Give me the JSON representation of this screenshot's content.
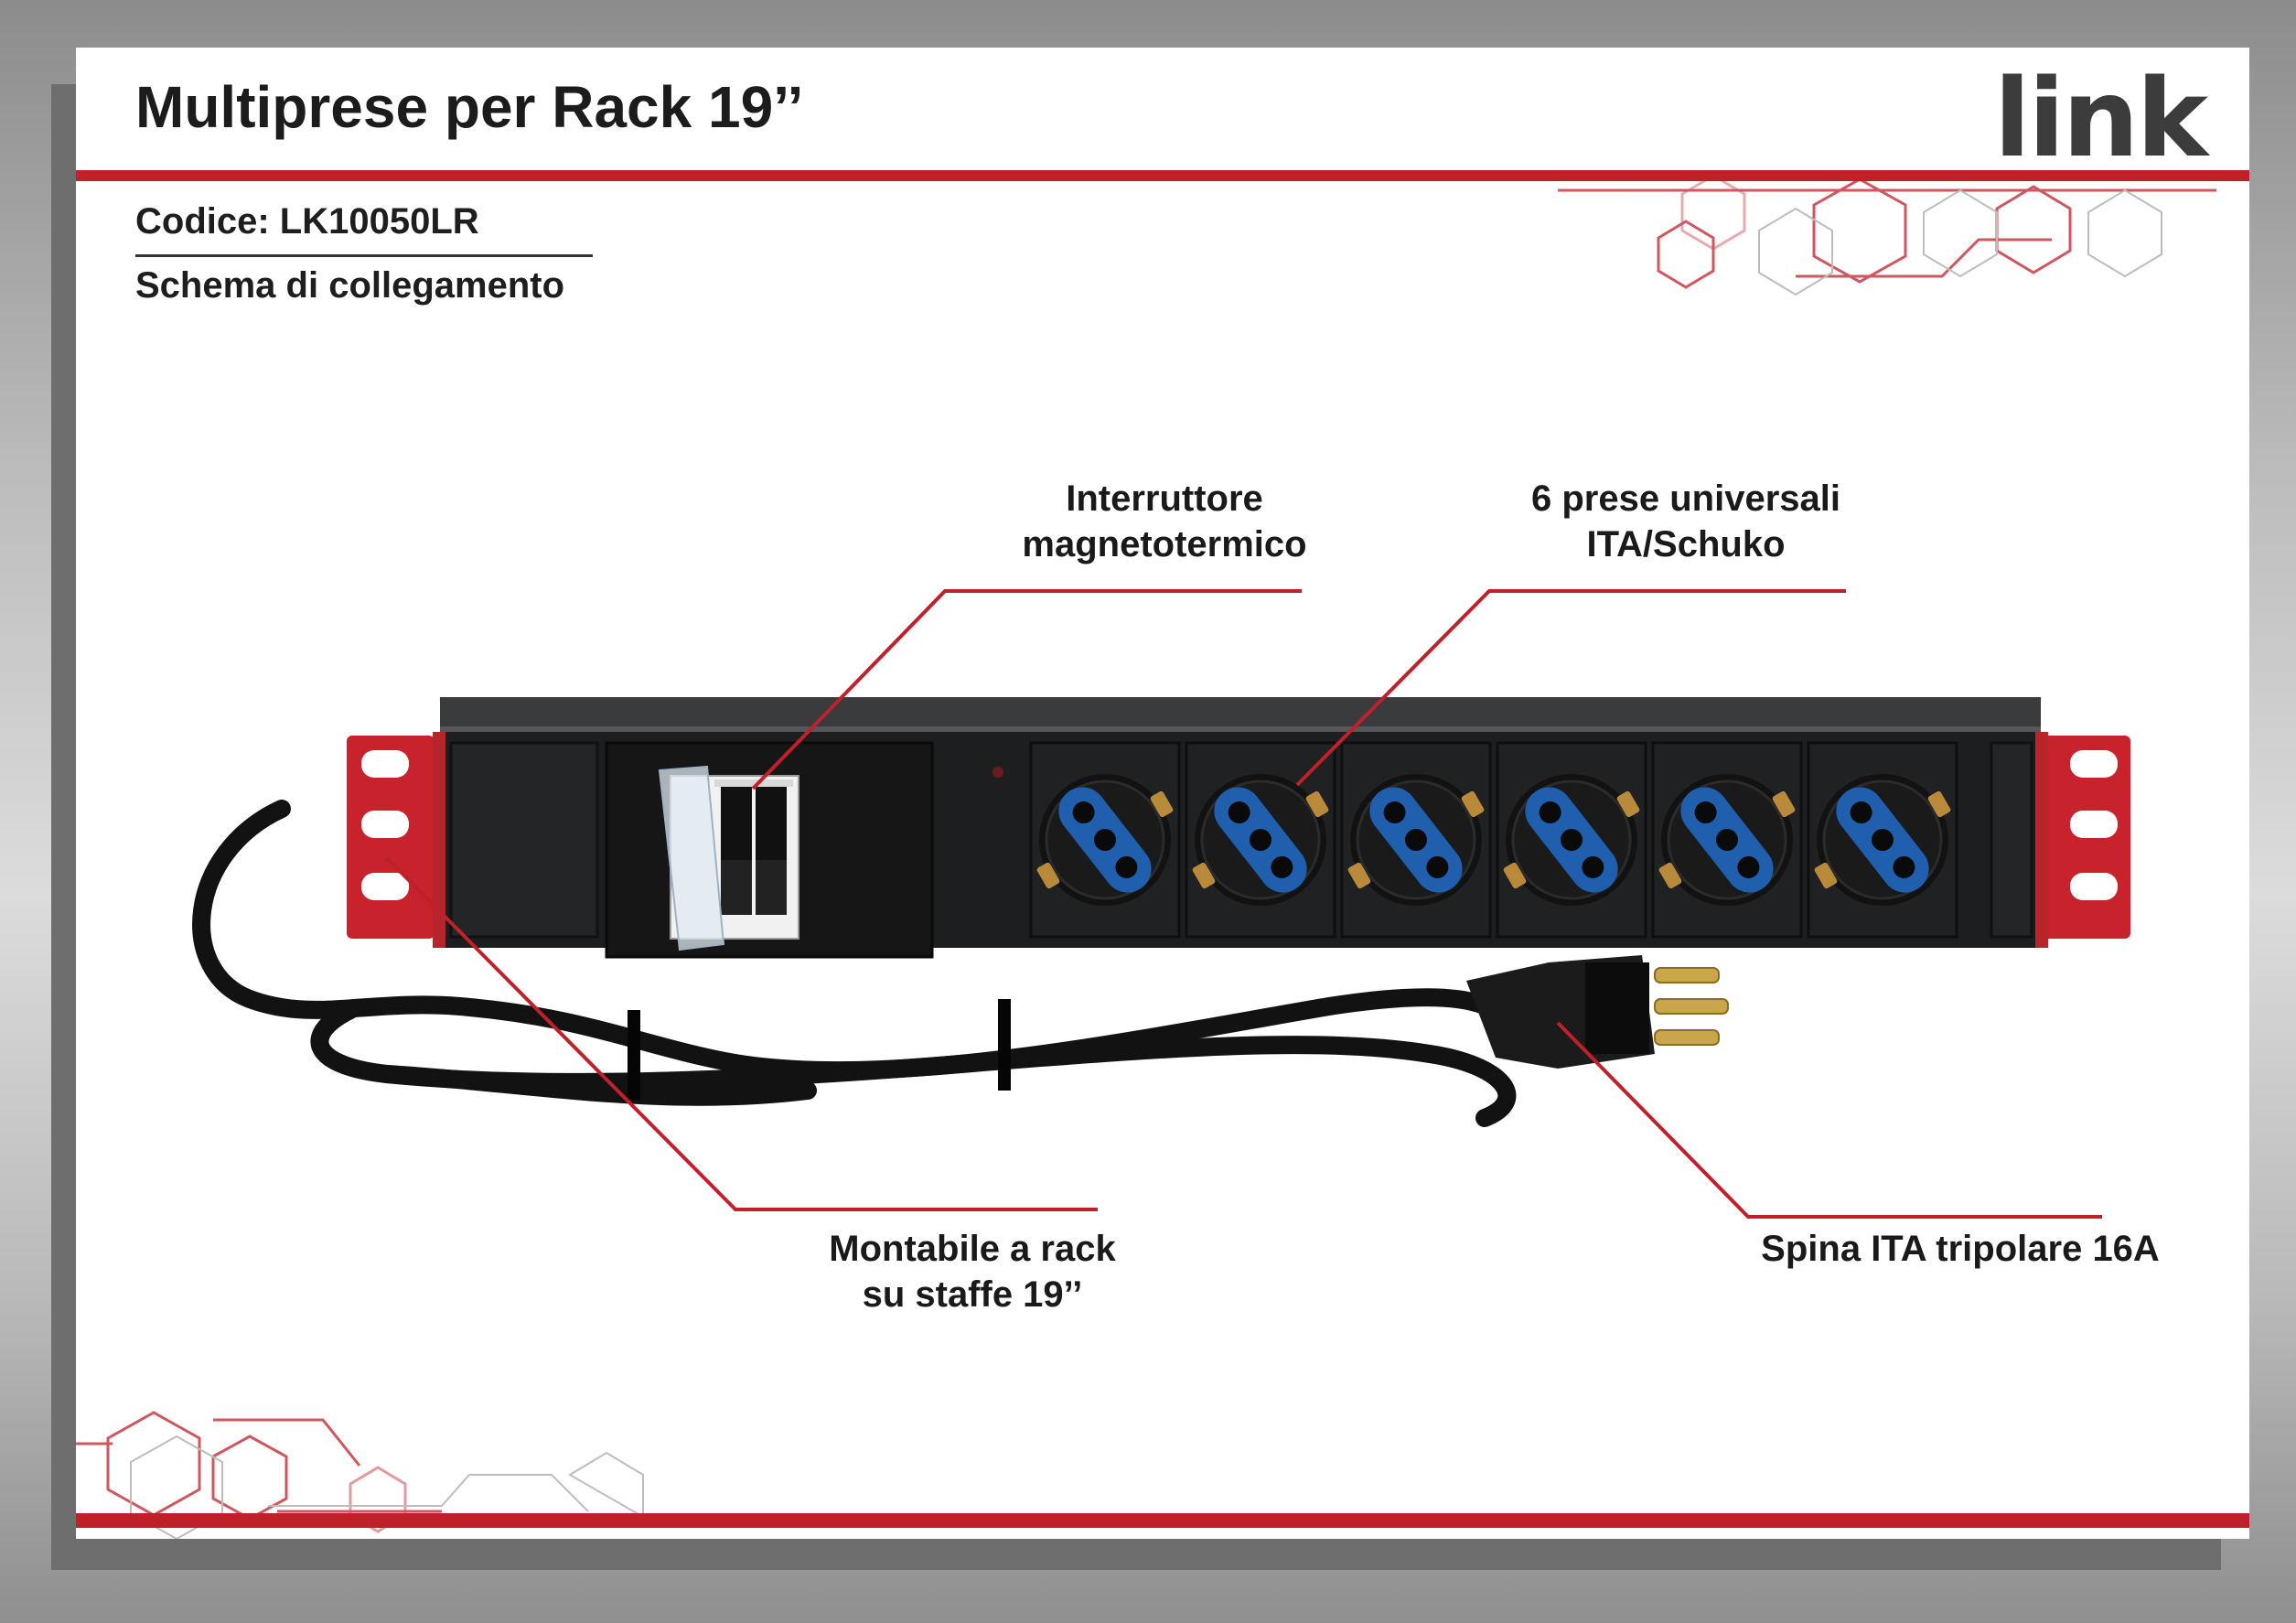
{
  "header": {
    "title": "Multiprese per Rack 19’’",
    "logo_text": "link"
  },
  "info": {
    "code": "Codice: LK10050LR",
    "subtitle": "Schema di collegamento"
  },
  "callouts": {
    "breaker": [
      "Interruttore",
      "magnetotermico"
    ],
    "sockets": [
      "6 prese universali",
      "ITA/Schuko"
    ],
    "mount": [
      "Montabile a rack",
      "su staffe 19’’"
    ],
    "plug": [
      "Spina ITA tripolare 16A"
    ]
  },
  "colors": {
    "accent": "#c0202a",
    "housing": "#232425",
    "socket_blue": "#1f5fae",
    "bracket_red": "#c8222c"
  },
  "product": {
    "socket_count": 6,
    "icons": [
      "circuit-breaker-icon",
      "schuko-socket-icon",
      "ita-plug-icon"
    ]
  }
}
